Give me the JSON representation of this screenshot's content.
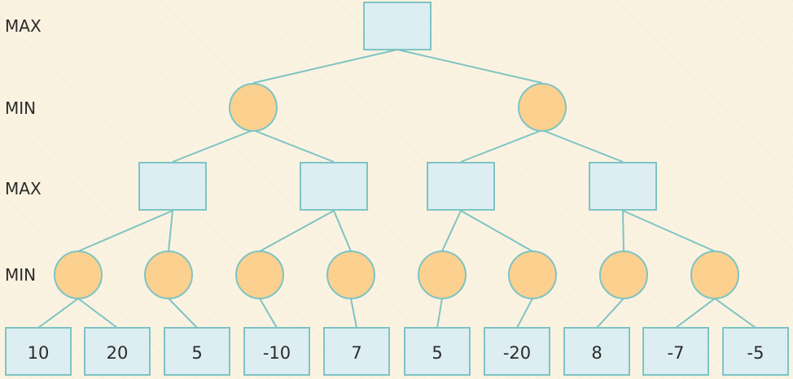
{
  "level_labels": [
    "MAX",
    "MIN",
    "MAX",
    "MIN"
  ],
  "tree": {
    "root_type": "MAX",
    "levels": [
      {
        "type": "MAX",
        "count": 1
      },
      {
        "type": "MIN",
        "count": 2
      },
      {
        "type": "MAX",
        "count": 4
      },
      {
        "type": "MIN",
        "count": 8
      }
    ],
    "min_children_leaves": [
      [
        0,
        1
      ],
      [
        2
      ],
      [
        3
      ],
      [
        4
      ],
      [
        5
      ],
      [
        6
      ],
      [
        7
      ],
      [
        8,
        9
      ]
    ],
    "leaf_values": [
      "10",
      "20",
      "5",
      "-10",
      "7",
      "5",
      "-20",
      "8",
      "-7",
      "-5"
    ]
  },
  "colors": {
    "max_fill": "#dceef2",
    "min_fill": "#fcd08e",
    "edge": "#7ec4c4",
    "background": "#fbf3e2"
  }
}
